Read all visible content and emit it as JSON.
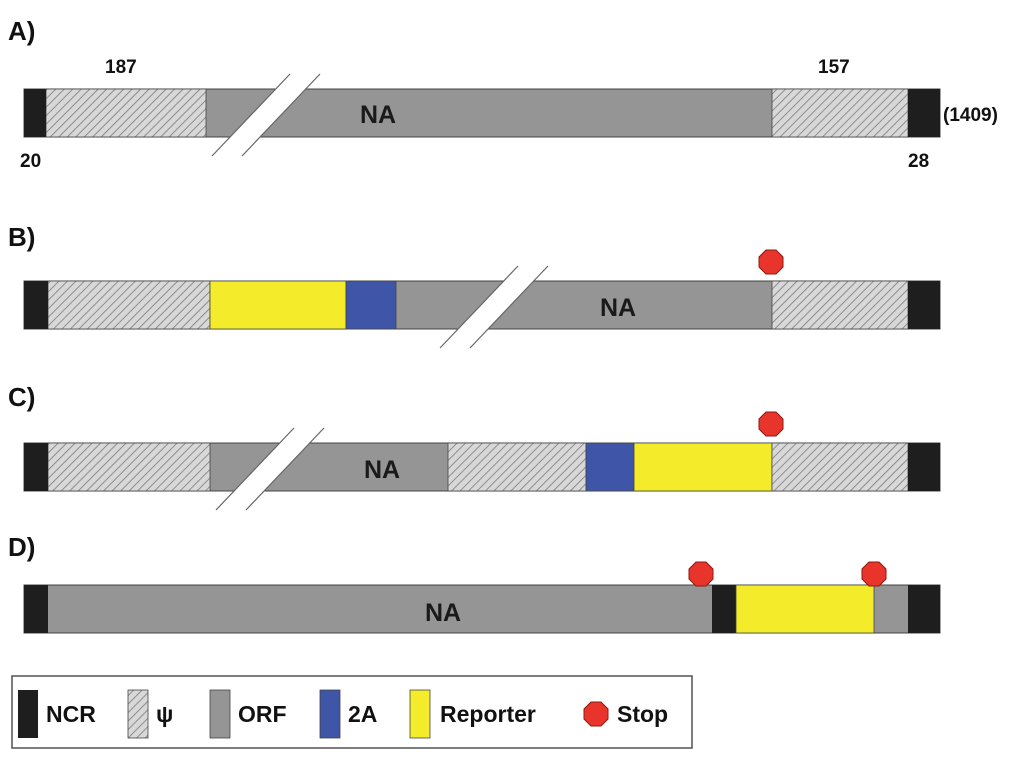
{
  "colors": {
    "ncr": "#1e1e1e",
    "psi_bg": "#d8d8d8",
    "psi_stripe": "#7a7a7a",
    "orf": "#959595",
    "twoA": "#3f55a8",
    "reporter": "#f4ec2a",
    "stop": "#e8342a",
    "outline": "#444444"
  },
  "panels": [
    {
      "label": "A)",
      "segment_label": "NA",
      "numbers": {
        "top_left": "187",
        "top_right": "157",
        "bottom_left": "20",
        "bottom_right": "28",
        "end": "(1409)"
      }
    },
    {
      "label": "B)",
      "segment_label": "NA"
    },
    {
      "label": "C)",
      "segment_label": "NA"
    },
    {
      "label": "D)",
      "segment_label": "NA"
    }
  ],
  "legend": [
    {
      "key": "ncr",
      "label": "NCR",
      "icon": "ncr-swatch"
    },
    {
      "key": "psi",
      "label": "ψ",
      "icon": "psi-swatch"
    },
    {
      "key": "orf",
      "label": "ORF",
      "icon": "orf-swatch"
    },
    {
      "key": "twoA",
      "label": "2A",
      "icon": "twoA-swatch"
    },
    {
      "key": "reporter",
      "label": "Reporter",
      "icon": "reporter-swatch"
    },
    {
      "key": "stop",
      "label": "Stop",
      "icon": "stop-octagon-icon"
    }
  ]
}
